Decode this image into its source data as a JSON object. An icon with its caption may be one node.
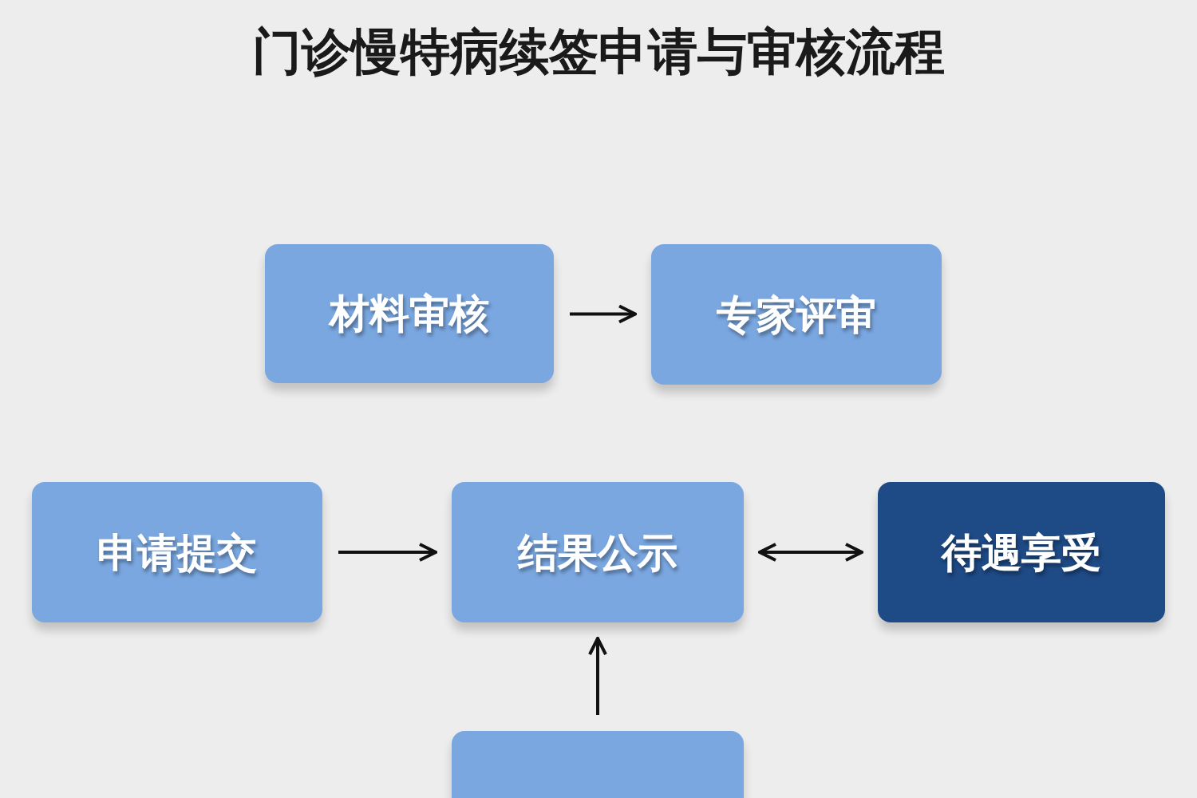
{
  "diagram": {
    "title": "门诊慢特病续签申请与审核流程",
    "nodes": [
      {
        "text": [
          "材料审核"
        ]
      },
      {
        "text": [
          "专家评审"
        ]
      },
      {
        "text": [
          "申请提交"
        ]
      },
      {
        "text": [
          "结果公示"
        ]
      },
      {
        "text": [
          "待遇享受"
        ]
      },
      {
        "text": [],
        "shape": "box"
      }
    ],
    "edges": [
      {
        "from": 0,
        "to": 1,
        "arrow": "to"
      },
      {
        "from": 2,
        "to": 3,
        "arrow": "to"
      },
      {
        "from": 3,
        "to": 4,
        "arrow": "both"
      },
      {
        "from": 5,
        "to": 3,
        "arrow": "to"
      }
    ]
  }
}
